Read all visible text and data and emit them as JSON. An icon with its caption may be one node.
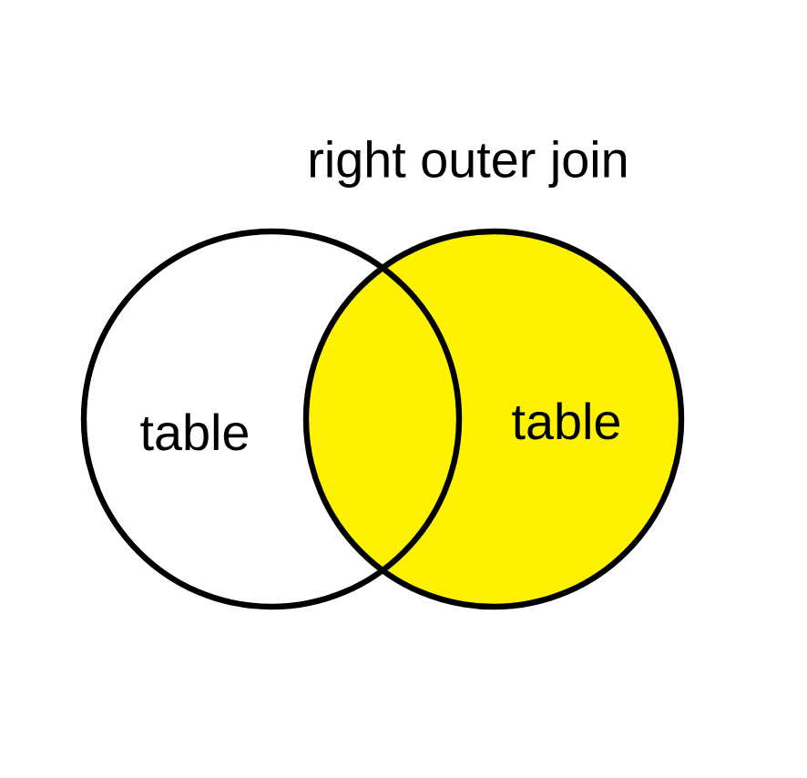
{
  "diagram": {
    "title": "right outer join",
    "nodes": [
      {
        "text": [
          "table"
        ]
      },
      {
        "text": [
          "table"
        ]
      }
    ]
  }
}
